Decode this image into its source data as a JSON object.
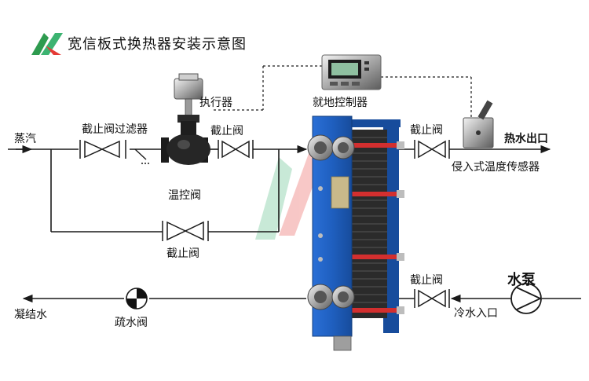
{
  "title": "宽信板式换热器安装示意图",
  "labels": {
    "steam": "蒸汽",
    "stop_valve_filter": "截止阀过滤器",
    "stop_valve_1": "截止阀",
    "stop_valve_2": "截止阀",
    "stop_valve_bypass": "截止阀",
    "stop_valve_bottom": "截止阀",
    "actuator": "执行器",
    "controller": "就地控制器",
    "temp_control_valve": "温控阀",
    "hot_water_out": "热水出口",
    "temp_sensor": "侵入式温度传感器",
    "pump": "水泵",
    "cold_water_in": "冷水入口",
    "condensate": "凝结水",
    "drain_valve": "疏水阀"
  },
  "colors": {
    "pipe": "#1a1a1a",
    "hx_frame": "#1f5fbf",
    "hx_gasket": "#d32f2f",
    "hx_plates": "#2b2b2b",
    "logo_green": "#3cb371",
    "logo_red": "#e53935"
  },
  "icons": {
    "logo": "brand-logo",
    "controller": "controller-device",
    "sensor": "immersion-sensor",
    "pump": "pump-symbol",
    "drain": "steam-trap-symbol"
  }
}
